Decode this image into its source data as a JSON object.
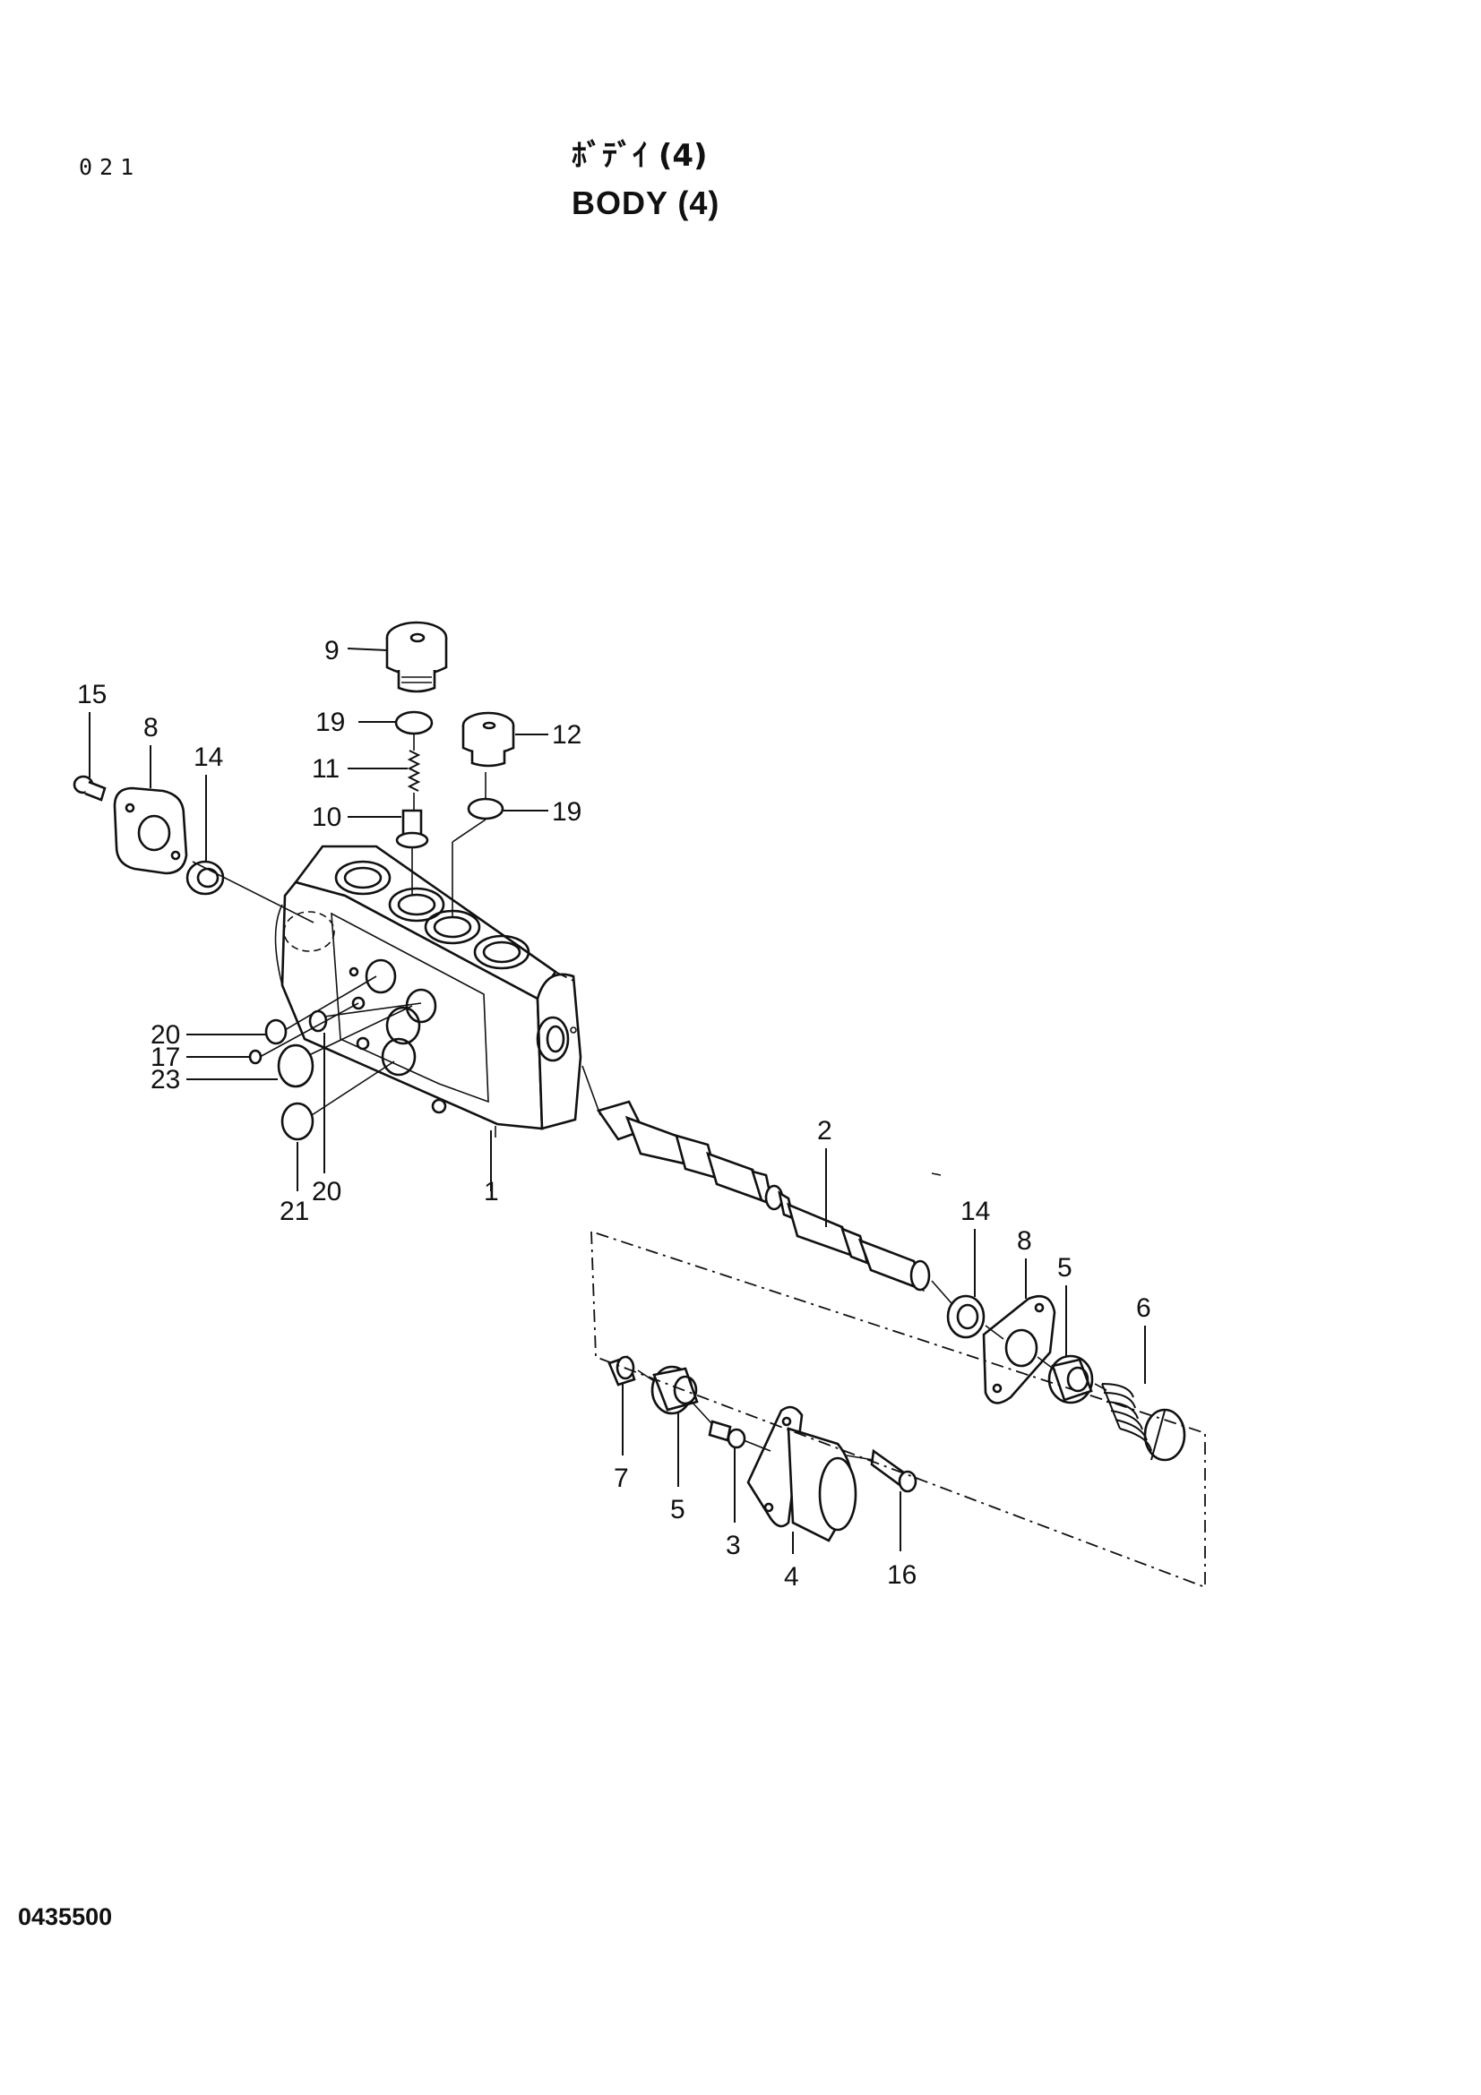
{
  "header": {
    "page_number": "021",
    "title_jp": "ﾎﾞﾃﾞｲ (4)",
    "title_en": "BODY (4)"
  },
  "footer": {
    "drawing_code": "0435500"
  },
  "callouts": [
    {
      "id": "c9",
      "label": "9"
    },
    {
      "id": "c19a",
      "label": "19"
    },
    {
      "id": "c12",
      "label": "12"
    },
    {
      "id": "c11",
      "label": "11"
    },
    {
      "id": "c19b",
      "label": "19"
    },
    {
      "id": "c10",
      "label": "10"
    },
    {
      "id": "c15",
      "label": "15"
    },
    {
      "id": "c8a",
      "label": "8"
    },
    {
      "id": "c14a",
      "label": "14"
    },
    {
      "id": "c20a",
      "label": "20"
    },
    {
      "id": "c17",
      "label": "17"
    },
    {
      "id": "c23",
      "label": "23"
    },
    {
      "id": "c21",
      "label": "21"
    },
    {
      "id": "c20b",
      "label": "20"
    },
    {
      "id": "c1",
      "label": "1"
    },
    {
      "id": "c2",
      "label": "2"
    },
    {
      "id": "c14b",
      "label": "14"
    },
    {
      "id": "c8b",
      "label": "8"
    },
    {
      "id": "c5a",
      "label": "5"
    },
    {
      "id": "c6",
      "label": "6"
    },
    {
      "id": "c7",
      "label": "7"
    },
    {
      "id": "c5b",
      "label": "5"
    },
    {
      "id": "c3",
      "label": "3"
    },
    {
      "id": "c4",
      "label": "4"
    },
    {
      "id": "c16",
      "label": "16"
    }
  ]
}
